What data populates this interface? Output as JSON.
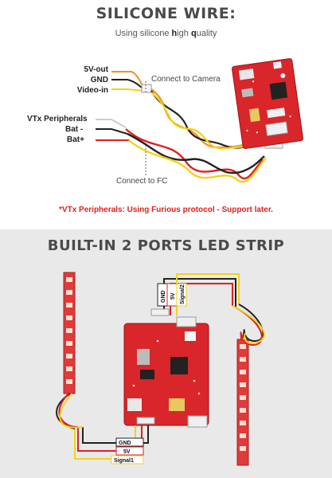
{
  "section1": {
    "title": "SILICONE WIRE:",
    "subtitle_pre": "Using silicone ",
    "subtitle_h": "h",
    "subtitle_mid": "igh ",
    "subtitle_q": "q",
    "subtitle_post": "uality",
    "labels": {
      "v5_out": "5V-out",
      "gnd": "GND",
      "video_in": "Video-in",
      "vtx_peripherals": "VTx Peripherals",
      "bat_minus": "Bat -",
      "bat_plus": "Bat+"
    },
    "connect_camera": "Connect to Camera",
    "connect_fc": "Connect to FC",
    "note": "*VTx Peripherals: Using Furious protocol - Support later."
  },
  "section2": {
    "title": "BUILT-IN 2 PORTS LED STRIP",
    "tags_top": {
      "gnd": "GND",
      "v5": "5V",
      "signal2": "Signal2"
    },
    "tags_bottom": {
      "gnd": "GND",
      "v5": "5V",
      "signal1": "Signal1"
    }
  },
  "colors": {
    "wire_orange": "#f0902a",
    "wire_black": "#222222",
    "wire_yellow": "#f2d21a",
    "wire_red": "#e02020",
    "pcb_red": "#d8262b",
    "note_red": "#e0201c"
  }
}
